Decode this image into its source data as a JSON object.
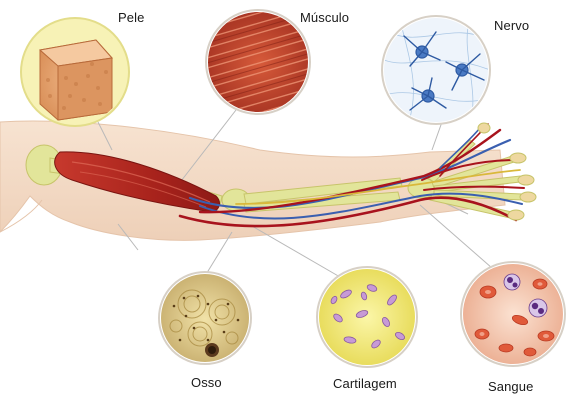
{
  "labels": {
    "skin": "Pele",
    "muscle": "Músculo",
    "nerve": "Nervo",
    "bone": "Osso",
    "cartilage": "Cartilagem",
    "blood": "Sangue"
  },
  "colors": {
    "skin_tone": "#f3dcc8",
    "muscle": "#b8322a",
    "vein": "#3a5fb0",
    "artery": "#a8131d",
    "nerve": "#e8c93a",
    "bone": "#dfe2a0",
    "blood_bg": "#f6c9b0",
    "cartilage_bg": "#f5ef7a"
  }
}
